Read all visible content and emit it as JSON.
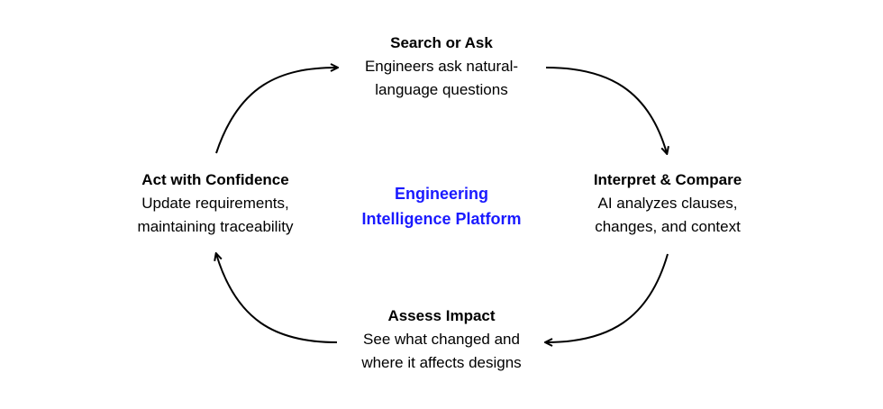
{
  "center": {
    "line1": "Engineering",
    "line2": "Intelligence Platform",
    "color": "#1a1aff"
  },
  "nodes": {
    "top": {
      "title": "Search or Ask",
      "line1": "Engineers ask natural-",
      "line2": "language questions"
    },
    "right": {
      "title": "Interpret & Compare",
      "line1": "AI analyzes clauses,",
      "line2": "changes, and context"
    },
    "bottom": {
      "title": "Assess Impact",
      "line1": "See what changed and",
      "line2": "where it affects designs"
    },
    "left": {
      "title": "Act with Confidence",
      "line1": "Update requirements,",
      "line2": "maintaining traceability"
    }
  }
}
